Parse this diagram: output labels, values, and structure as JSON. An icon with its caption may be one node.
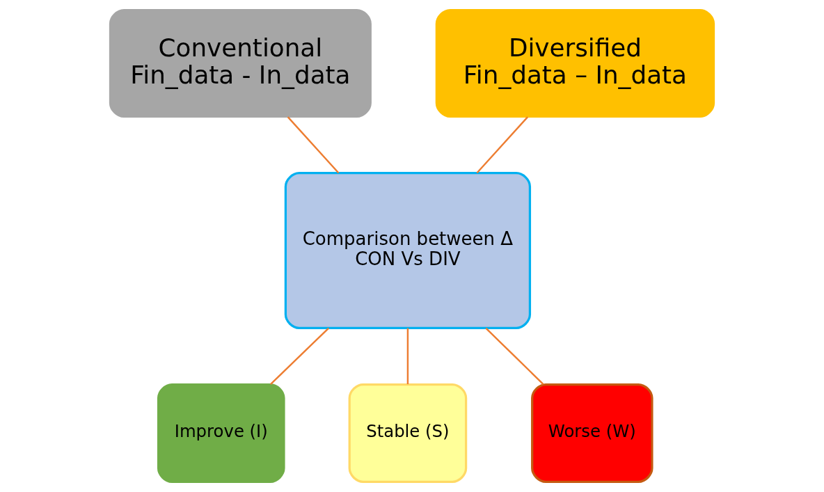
{
  "diagram": {
    "nodes": [
      {
        "text": [
          "Conventional",
          "Fin_data - In_data"
        ]
      },
      {
        "text": [
          "Diversified",
          "Fin_data – In_data"
        ]
      },
      {
        "text": [
          "Comparison between Δ",
          "CON Vs DIV"
        ]
      },
      {
        "text": [
          "Improve (I)"
        ]
      },
      {
        "text": [
          "Stable (S)"
        ]
      },
      {
        "text": [
          "Worse (W)"
        ]
      }
    ],
    "edges": [
      {
        "from": 0,
        "to": 2,
        "arrow": "none"
      },
      {
        "from": 1,
        "to": 2,
        "arrow": "none"
      },
      {
        "from": 2,
        "to": 3,
        "arrow": "none"
      },
      {
        "from": 2,
        "to": 4,
        "arrow": "none"
      },
      {
        "from": 2,
        "to": 5,
        "arrow": "none"
      }
    ]
  }
}
